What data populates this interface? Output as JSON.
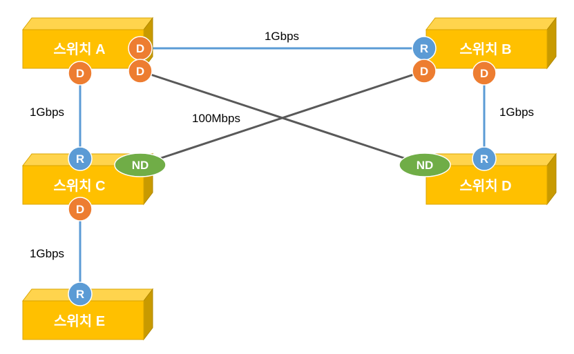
{
  "colors": {
    "switch_front": "#FFC000",
    "switch_top": "#FFD44D",
    "switch_side": "#C89A00",
    "designated_port": "#ED7D31",
    "root_port": "#5B9BD5",
    "nondesignated_port": "#70AD47",
    "link_fast": "#5B9BD5",
    "link_slow": "#595959"
  },
  "switches": {
    "a": "스위치 A",
    "b": "스위치 B",
    "c": "스위치 C",
    "d": "스위치 D",
    "e": "스위치 E"
  },
  "ports": {
    "designated": "D",
    "root": "R",
    "non_designated": "ND"
  },
  "links": {
    "a_b": "1Gbps",
    "a_c": "1Gbps",
    "b_d": "1Gbps",
    "c_e": "1Gbps",
    "cross": "100Mbps"
  }
}
